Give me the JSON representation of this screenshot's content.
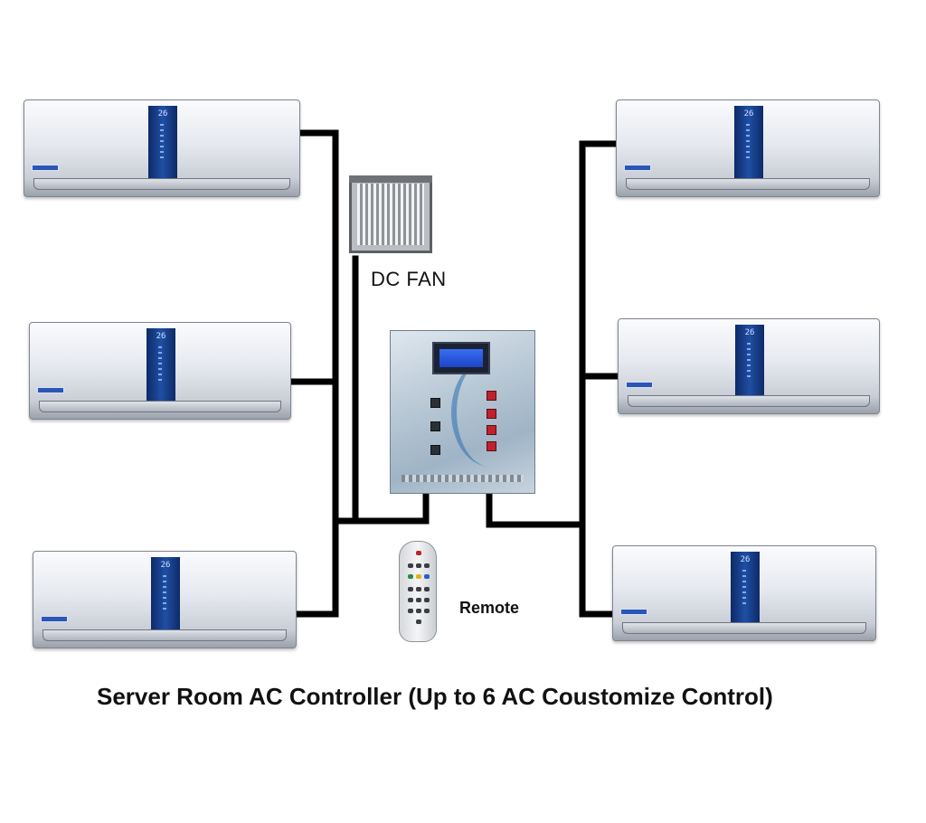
{
  "diagram": {
    "title": "Server Room AC Controller (Up to  6 AC Coustomize Control)",
    "dc_fan_label": "DC FAN",
    "remote_label": "Remote",
    "ac_display_reading": "26",
    "wire_color": "#000000",
    "ac_panel_color": "#1f4fa5",
    "controller_button_color": "#c0212e",
    "nodes": [
      {
        "id": "ac-left-1",
        "type": "ac-unit"
      },
      {
        "id": "ac-left-2",
        "type": "ac-unit"
      },
      {
        "id": "ac-left-3",
        "type": "ac-unit"
      },
      {
        "id": "ac-right-1",
        "type": "ac-unit"
      },
      {
        "id": "ac-right-2",
        "type": "ac-unit"
      },
      {
        "id": "ac-right-3",
        "type": "ac-unit"
      },
      {
        "id": "dc-fan",
        "type": "fan"
      },
      {
        "id": "controller",
        "type": "controller-box"
      },
      {
        "id": "remote",
        "type": "remote-control"
      }
    ],
    "edges": [
      {
        "from": "ac-left-1",
        "to": "controller"
      },
      {
        "from": "ac-left-2",
        "to": "controller"
      },
      {
        "from": "ac-left-3",
        "to": "controller"
      },
      {
        "from": "dc-fan",
        "to": "controller"
      },
      {
        "from": "controller",
        "to": "ac-right-1"
      },
      {
        "from": "controller",
        "to": "ac-right-2"
      },
      {
        "from": "controller",
        "to": "ac-right-3"
      }
    ]
  }
}
